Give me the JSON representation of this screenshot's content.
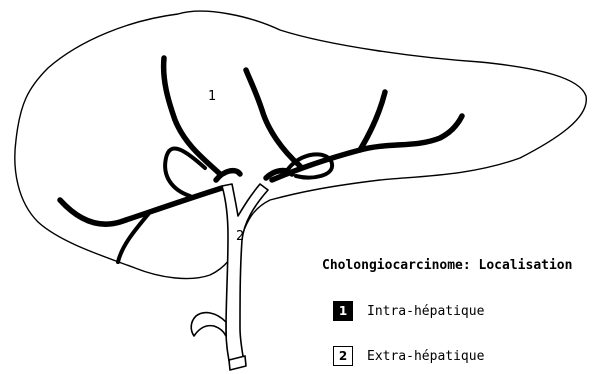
{
  "diagram": {
    "region_labels": {
      "intra": "1",
      "extra": "2"
    }
  },
  "legend": {
    "title": "Cholongiocarcinome: Localisation",
    "items": [
      {
        "number": "1",
        "label": "Intra-hépatique",
        "style": "filled"
      },
      {
        "number": "2",
        "label": "Extra-hépatique",
        "style": "outlined"
      }
    ]
  }
}
